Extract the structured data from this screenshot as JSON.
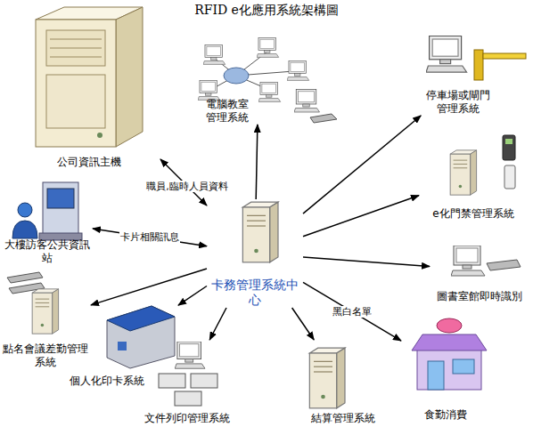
{
  "diagram": {
    "title": "RFID e化應用系統架構圖",
    "nodes": [
      {
        "text": [
          "公司資訊主機"
        ]
      },
      {
        "text": [
          "電腦教室 管理系統"
        ]
      },
      {
        "text": [
          "停車場或閘門 管理系統"
        ]
      },
      {
        "text": [
          "大樓訪客公共資訊 站"
        ]
      },
      {
        "text": [
          "卡務管理系統中 心"
        ]
      },
      {
        "text": [
          "e化門禁管理系統"
        ]
      },
      {
        "text": [
          "點名會議差勤管理 系統"
        ]
      },
      {
        "text": [
          "圖書室館即時識別"
        ]
      },
      {
        "text": [
          "個人化印卡系統"
        ]
      },
      {
        "text": [
          "食勤消費"
        ]
      },
      {
        "text": [
          "文件列印管理系統"
        ]
      },
      {
        "text": [
          "結算管理系統"
        ]
      }
    ],
    "edges": [
      {
        "from": 4,
        "to": 0,
        "arrow": "both",
        "label": "職員,臨時人員資料"
      },
      {
        "from": 4,
        "to": 1,
        "arrow": "to"
      },
      {
        "from": 4,
        "to": 2,
        "arrow": "to"
      },
      {
        "from": 4,
        "to": 3,
        "arrow": "both",
        "label": "卡片相關訊息"
      },
      {
        "from": 4,
        "to": 5,
        "arrow": "to"
      },
      {
        "from": 4,
        "to": 6,
        "arrow": "to"
      },
      {
        "from": 4,
        "to": 7,
        "arrow": "to"
      },
      {
        "from": 4,
        "to": 9,
        "arrow": "to",
        "label": "黑白名單"
      },
      {
        "from": 4,
        "to": 8,
        "arrow": "to"
      },
      {
        "from": 4,
        "to": 10,
        "arrow": "to"
      },
      {
        "from": 4,
        "to": 11,
        "arrow": "to"
      }
    ]
  }
}
